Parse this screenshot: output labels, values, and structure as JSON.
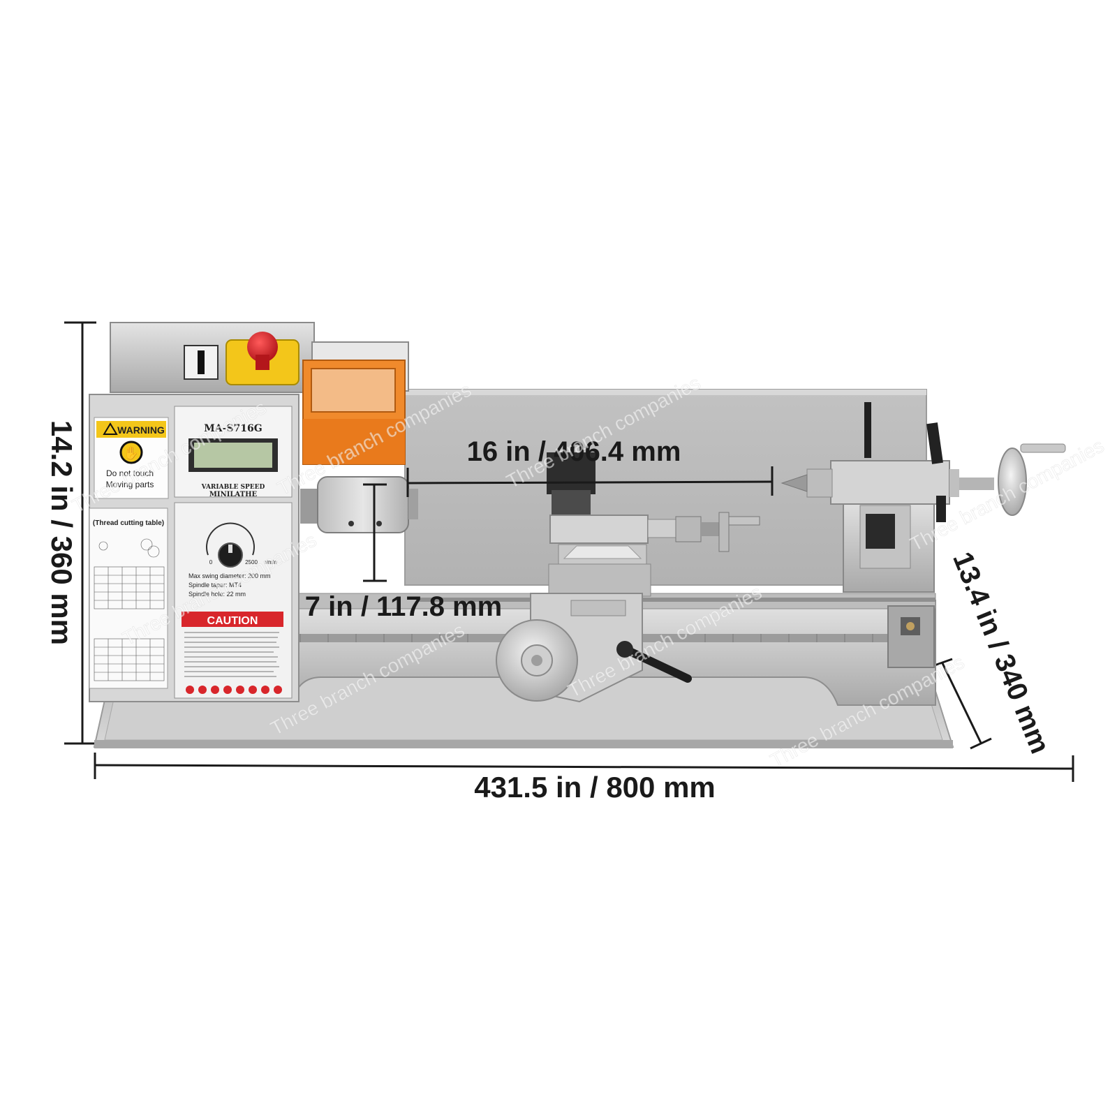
{
  "dimensions": {
    "height": "14.2 in / 360 mm",
    "width": "431.5 in / 800 mm",
    "depth": "13.4 in / 340 mm",
    "between_centers": "16 in / 406.4 mm",
    "center_height": "7 in / 117.8 mm"
  },
  "machine": {
    "model": "MA-S716G",
    "subtitle_line1": "VARIABLE SPEED",
    "subtitle_line2": "MINILATHE",
    "warning_title": "WARNING",
    "warning_text_line1": "Do not touch",
    "warning_text_line2": "Moving parts",
    "thread_table_title": "(Thread cutting table)",
    "speed_scale_min": "0",
    "speed_scale_max": "2500",
    "speed_unit": "r/min",
    "spec_line1": "Max swing diameter: 200 mm",
    "spec_line2": "Spindle taper: MT4",
    "spec_line3": "Spindle hole: 22 mm",
    "caution_title": "CAUTION",
    "body_color": "#c9c9c9",
    "guard_color": "#f08a2c",
    "estop_color": "#d8262b",
    "estop_base_color": "#f3c61a"
  },
  "watermark": "Three branch companies"
}
